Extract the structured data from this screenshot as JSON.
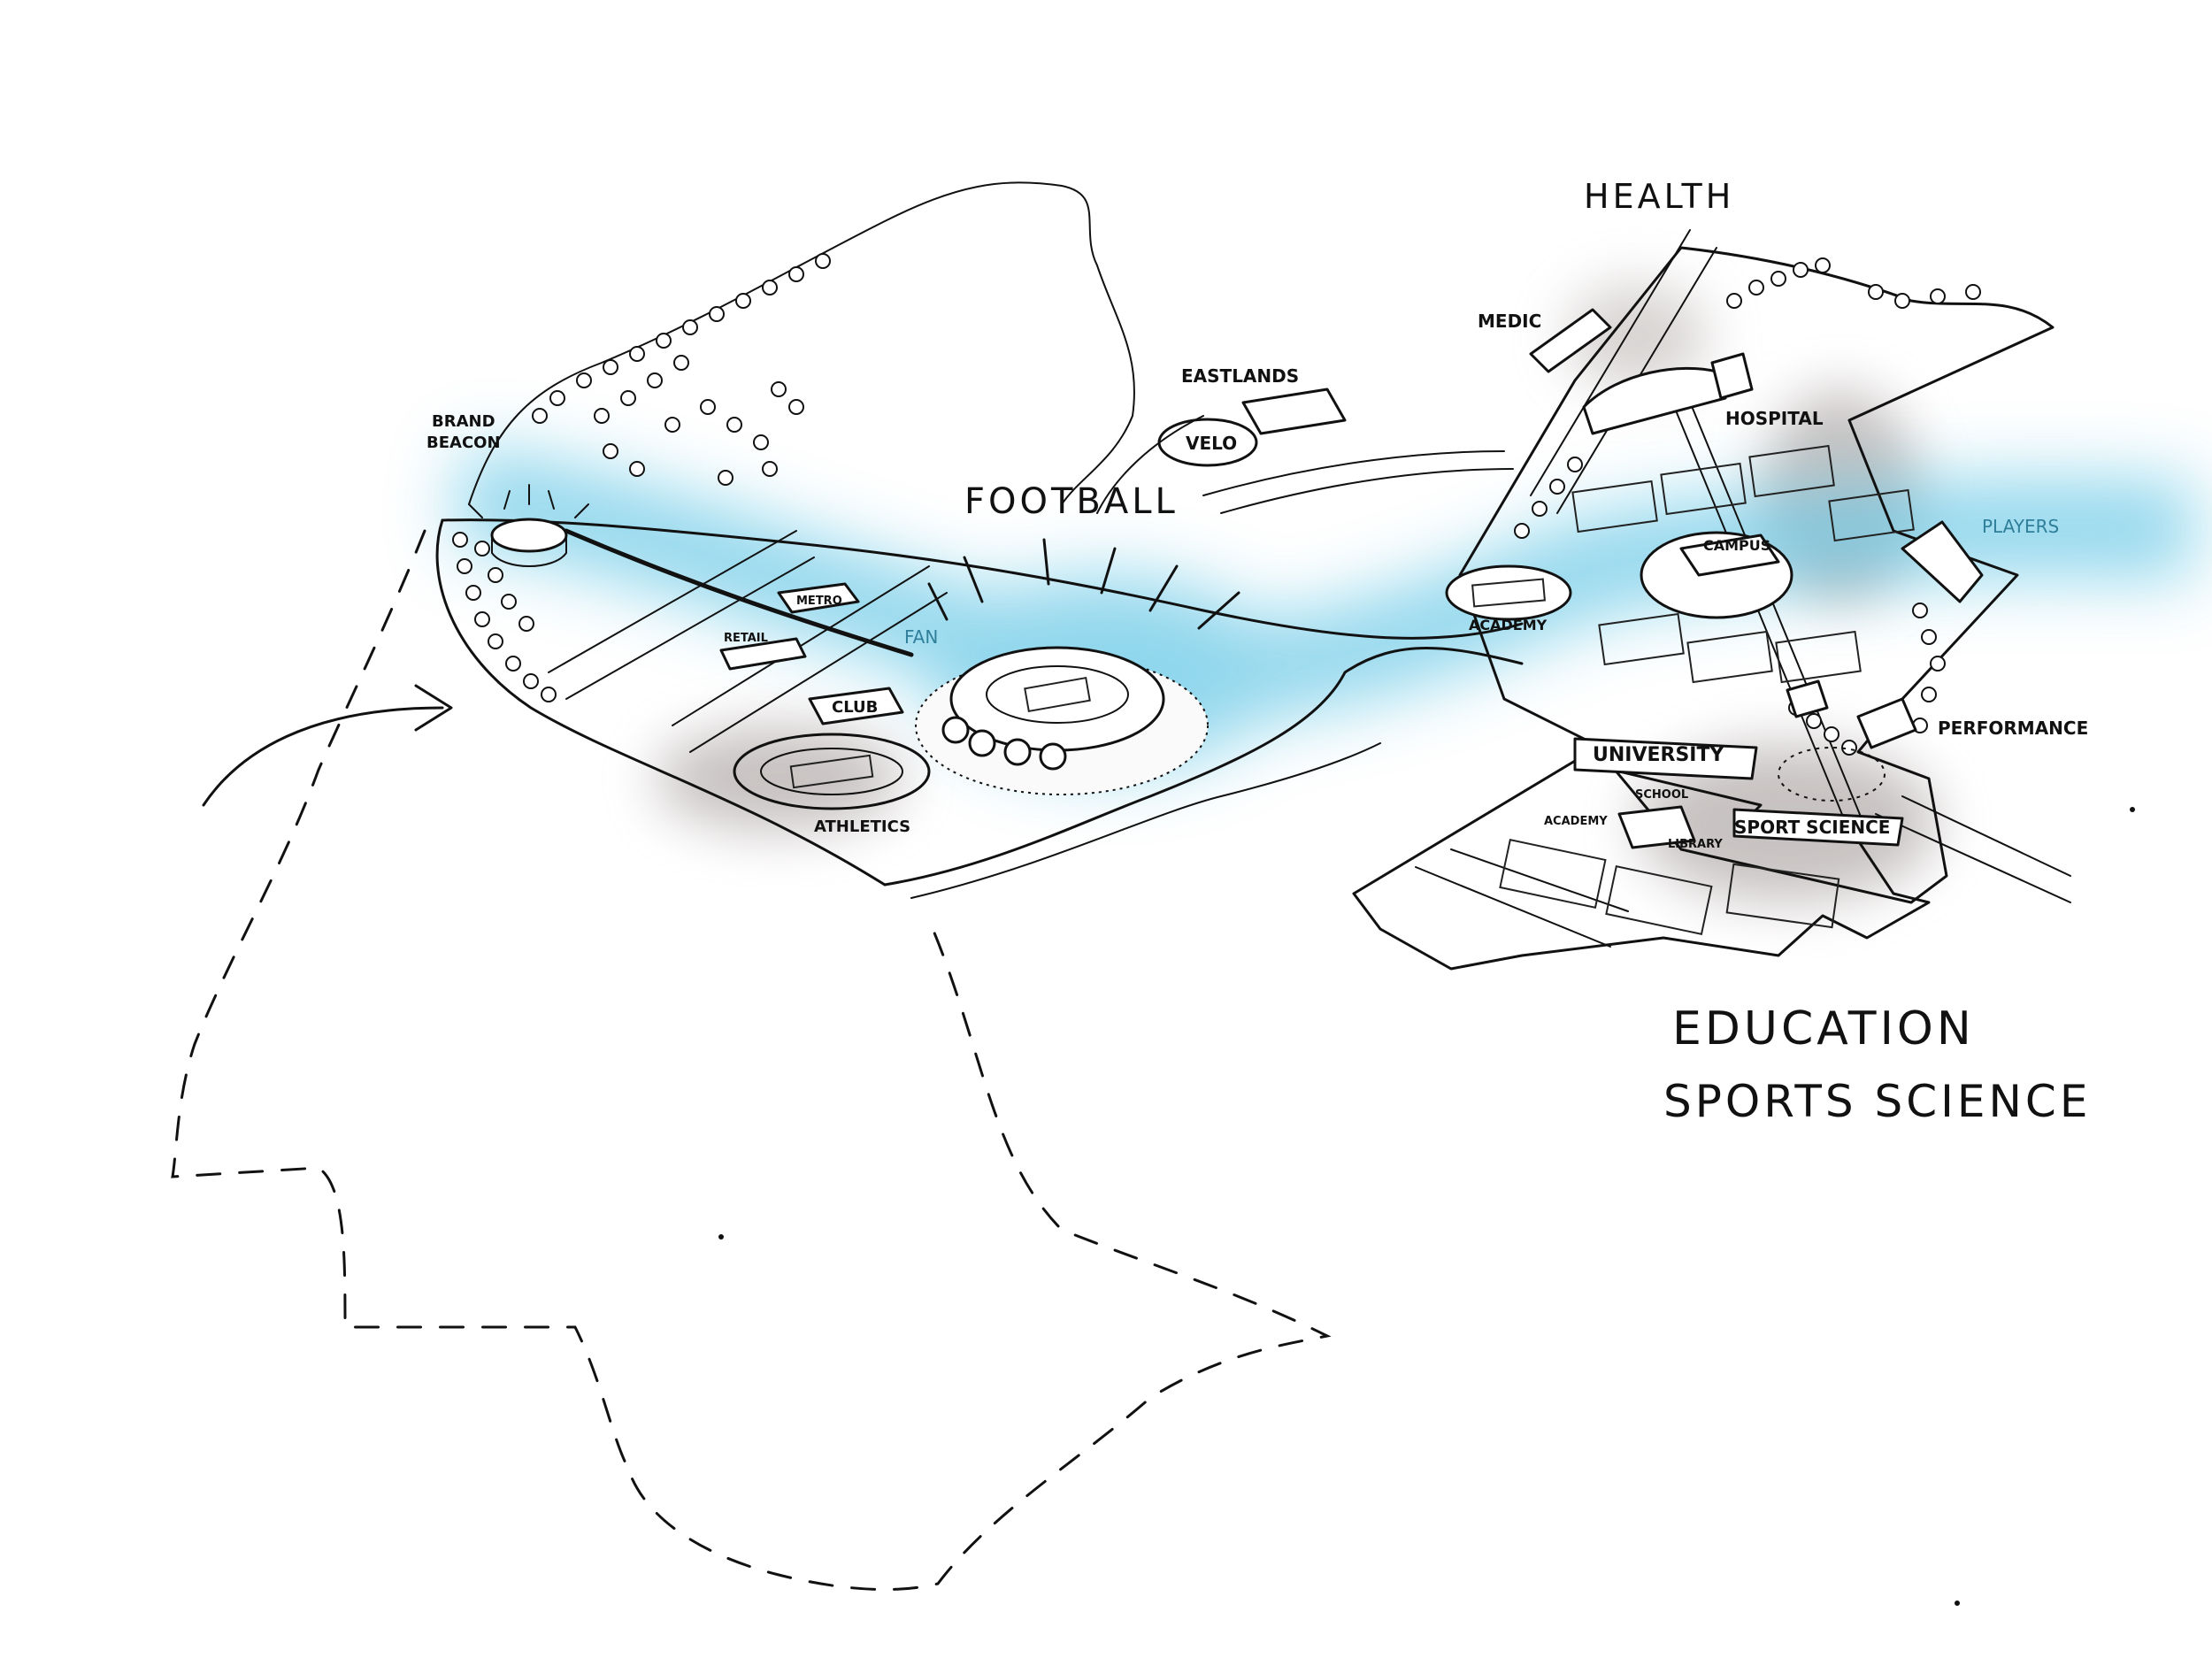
{
  "colors": {
    "ink": "#111111",
    "glow": "#6cc9e6",
    "shade": "#9a918f",
    "paper": "#ffffff",
    "label_blue": "#2f7f9a"
  },
  "labels": {
    "health": "HEALTH",
    "medic": "MEDIC",
    "eastlands": "EASTLANDS",
    "velo": "VELO",
    "hospital": "HOSPITAL",
    "brand_beacon_line1": "BRAND",
    "brand_beacon_line2": "BEACON",
    "football": "FOOTBALL",
    "players": "PLAYERS",
    "campus": "CAMPUS",
    "academy": "ACADEMY",
    "metro": "METRO",
    "retail": "RETAIL",
    "fan": "FAN",
    "club": "CLUB",
    "athletics": "ATHLETICS",
    "university": "UNIVERSITY",
    "performance": "PERFORMANCE",
    "school": "SCHOOL",
    "academy_small": "ACADEMY",
    "library": "LIBRARY",
    "sport_science": "SPORT SCIENCE",
    "education": "EDUCATION",
    "sports_science": "SPORTS SCIENCE"
  }
}
